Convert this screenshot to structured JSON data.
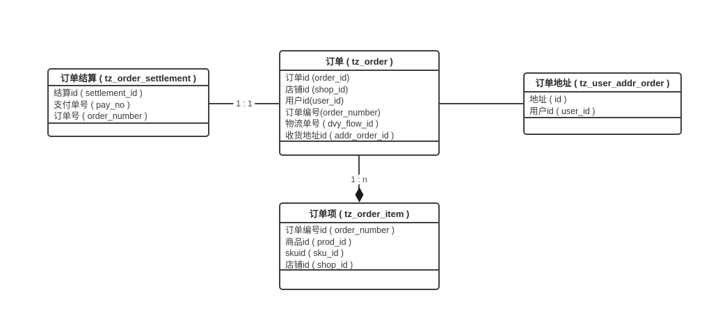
{
  "canvas": {
    "background_color": "#ffffff",
    "border_color": "#404040",
    "text_color": "#3a3a3a",
    "label_color": "#474747"
  },
  "entities": [
    {
      "name": "tz_order_settlement",
      "title": "订单结算 ( tz_order_settlement )",
      "fields": [
        "结算id ( settlement_id )",
        "支付单号 ( pay_no )",
        "订单号 ( order_number )"
      ]
    },
    {
      "name": "tz_order",
      "title": "订单 ( tz_order )",
      "fields": [
        "订单id (order_id)",
        "店铺id (shop_id)",
        "用户id(user_id)",
        "订单编号(order_number)",
        "物流单号 ( dvy_flow_id )",
        "收货地址id ( addr_order_id )"
      ]
    },
    {
      "name": "tz_user_addr_order",
      "title": "订单地址 ( tz_user_addr_order )",
      "fields": [
        "地址 ( id )",
        "用户id ( user_id )"
      ]
    },
    {
      "name": "tz_order_item",
      "title": "订单项 ( tz_order_item )",
      "fields": [
        "订单编号id ( order_number )",
        "商品id ( prod_id )",
        "skuid ( sku_id )",
        "店铺id ( shop_id )"
      ]
    }
  ],
  "connectors": [
    {
      "from": "tz_order_settlement",
      "to": "tz_order",
      "label": "1 : 1",
      "arrow": "none"
    },
    {
      "from": "tz_order",
      "to": "tz_user_addr_order",
      "label": "",
      "arrow": "none"
    },
    {
      "from": "tz_order",
      "to": "tz_order_item",
      "label": "1 : n",
      "arrow": "filled-diamond"
    }
  ]
}
